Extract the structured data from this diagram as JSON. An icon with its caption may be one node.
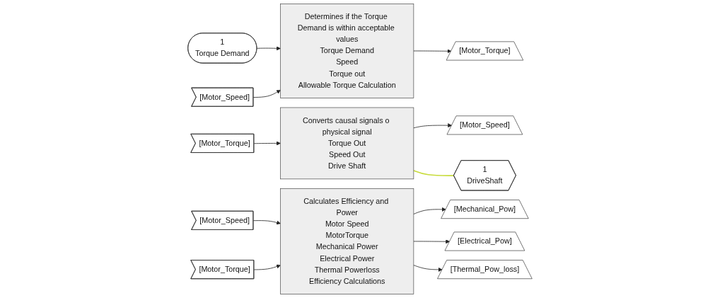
{
  "diagram": {
    "nodes": [
      {
        "text": [
          "1",
          "Torque Demand"
        ]
      },
      {
        "text": [
          "[Motor_Speed]"
        ]
      },
      {
        "text": [
          "Determines if the Torque Demand is within acceptable values",
          "Torque Demand",
          "Speed",
          "Torque out",
          "Allowable Torque Calculation"
        ]
      },
      {
        "text": [
          "[Motor_Torque]"
        ]
      },
      {
        "text": [
          "[Motor_Torque]"
        ]
      },
      {
        "text": [
          "Converts causal signals o physical signal",
          "Torque Out",
          "Speed Out",
          "Drive Shaft"
        ]
      },
      {
        "text": [
          "[Motor_Speed]"
        ]
      },
      {
        "text": [
          "1",
          "DriveShaft"
        ]
      },
      {
        "text": [
          "[Motor_Speed]"
        ]
      },
      {
        "text": [
          "[Motor_Torque]"
        ]
      },
      {
        "text": [
          "Calculates Efficiency and Power",
          "Motor Speed",
          "MotorTorque",
          "Mechanical Power",
          "Electrical Power",
          "Thermal Powerloss",
          "Efficiency Calculations"
        ]
      },
      {
        "text": [
          "[Mechanical_Pow]"
        ]
      },
      {
        "text": [
          "[Electrical_Pow]"
        ]
      },
      {
        "text": [
          "[Thermal_Pow_loss]"
        ]
      }
    ],
    "edges": [
      {
        "from": 0,
        "to": 2,
        "arrow": "to"
      },
      {
        "from": 1,
        "to": 2,
        "arrow": "to"
      },
      {
        "from": 2,
        "to": 3,
        "arrow": "to"
      },
      {
        "from": 4,
        "to": 5,
        "arrow": "to"
      },
      {
        "from": 5,
        "to": 6,
        "arrow": "to"
      },
      {
        "from": 5,
        "to": 7,
        "arrow": "none",
        "color": "#c8dc3c"
      },
      {
        "from": 8,
        "to": 10,
        "arrow": "to"
      },
      {
        "from": 9,
        "to": 10,
        "arrow": "to"
      },
      {
        "from": 10,
        "to": 11,
        "arrow": "to"
      },
      {
        "from": 10,
        "to": 12,
        "arrow": "to"
      },
      {
        "from": 10,
        "to": 13,
        "arrow": "to"
      }
    ]
  }
}
